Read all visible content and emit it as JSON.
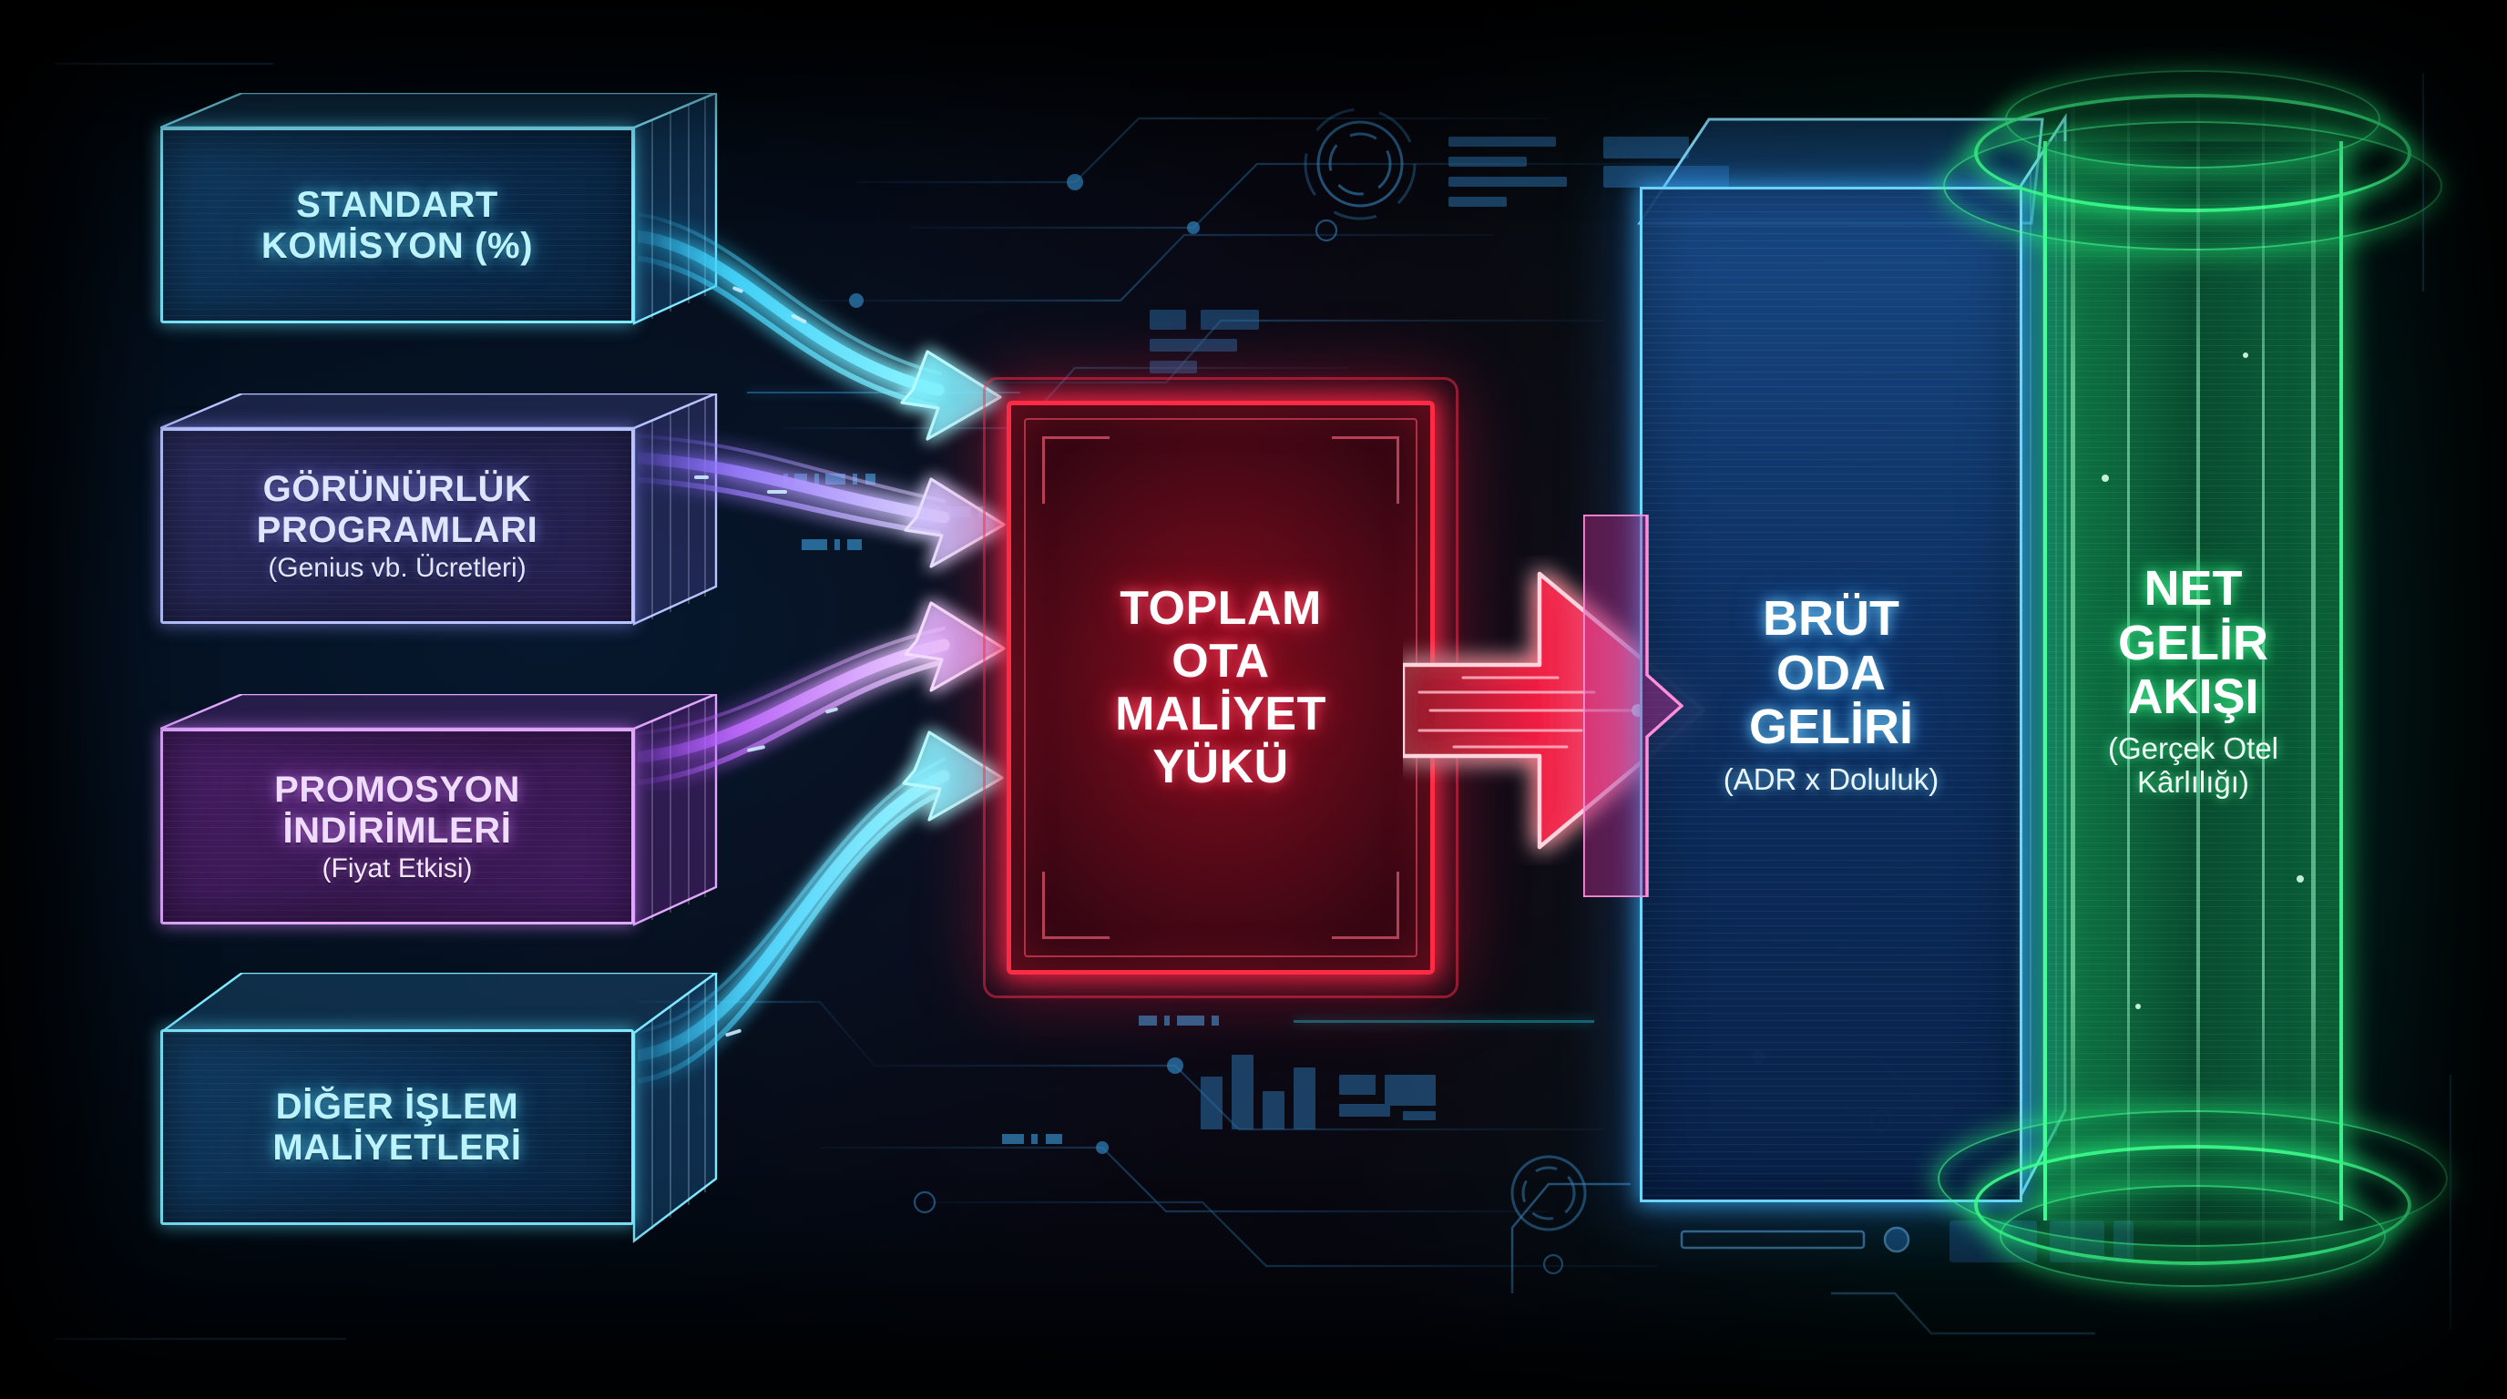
{
  "meta": {
    "diagram_title": "OTA Maliyet ve Gelir Akisi",
    "language": "tr"
  },
  "colors": {
    "background": "#02070e",
    "cost_cyan": "#7fe9ff",
    "cost_violet": "#b9c4ff",
    "cost_purple": "#e0b9ff",
    "total_cost_red": "#ff2a44",
    "gross_revenue_blue": "#6fd8ff",
    "net_revenue_green": "#46ff9a",
    "text_white": "#ffffff"
  },
  "cost_inputs": [
    {
      "id": "standart-komisyon",
      "title": "STANDART\nKOMİSYON (%)",
      "title_line1": "STANDART",
      "title_line2": "KOMİSYON (%)",
      "subtitle": "",
      "accent": "#7fe9ff",
      "fill": "linear-gradient(135deg, rgba(18,64,104,.92) 0%, rgba(11,44,78,.95) 55%, rgba(9,36,66,.95) 100%)",
      "glow": "rgba(90,220,255,.55)",
      "text": "#bdf3ff",
      "text2": "#bdf3ff"
    },
    {
      "id": "gorunurluk-programlari",
      "title_line1": "GÖRÜNÜRLÜK",
      "title_line2": "PROGRAMLARI",
      "subtitle": "(Genius vb. Ücretleri)",
      "accent": "#b9c4ff",
      "fill": "linear-gradient(135deg, rgba(44,44,96,.94) 0%, rgba(34,34,78,.95) 55%, rgba(40,30,80,.95) 100%)",
      "glow": "rgba(150,150,255,.50)",
      "text": "#dfe6ff",
      "text2": "#dfe6ff"
    },
    {
      "id": "promosyon-indirimleri",
      "title_line1": "PROMOSYON",
      "title_line2": "İNDİRİMLERİ",
      "subtitle": "(Fiyat Etkisi)",
      "accent": "#e0a8ff",
      "fill": "linear-gradient(135deg, rgba(74,30,104,.95) 0%, rgba(58,24,82,.95) 55%, rgba(66,26,96,.95) 100%)",
      "glow": "rgba(210,130,255,.55)",
      "text": "#f0dcff",
      "text2": "#f6e8ff"
    },
    {
      "id": "diger-islem-maliyetleri",
      "title_line1": "DİĞER İŞLEM",
      "title_line2": "MALİYETLERİ",
      "subtitle": "",
      "accent": "#7fe9ff",
      "fill": "linear-gradient(135deg, rgba(18,64,104,.92) 0%, rgba(11,44,78,.95) 55%, rgba(9,36,66,.95) 100%)",
      "glow": "rgba(90,220,255,.55)",
      "text": "#bdf3ff",
      "text2": "#bdf3ff"
    }
  ],
  "total_cost": {
    "id": "toplam-ota-maliyet-yuku",
    "line1": "TOPLAM",
    "line2": "OTA",
    "line3": "MALİYET",
    "line4": "YÜKÜ",
    "accent": "#ff2a44"
  },
  "gross_revenue": {
    "id": "brut-oda-geliri",
    "line1": "BRÜT",
    "line2": "ODA",
    "line3": "GELİRİ",
    "subtitle": "(ADR x Doluluk)",
    "accent": "#6fd8ff"
  },
  "net_revenue": {
    "id": "net-gelir-akisi",
    "line1": "NET",
    "line2": "GELİR",
    "line3": "AKIŞI",
    "subtitle_line1": "(Gerçek Otel",
    "subtitle_line2": "Kârlılığı)",
    "accent": "#46ff9a"
  },
  "connectors": {
    "input_arrow_count": 4,
    "input_arrow_label": "maliyet-akis-oku",
    "output_arrow_label": "toplam-maliyet-oku"
  }
}
